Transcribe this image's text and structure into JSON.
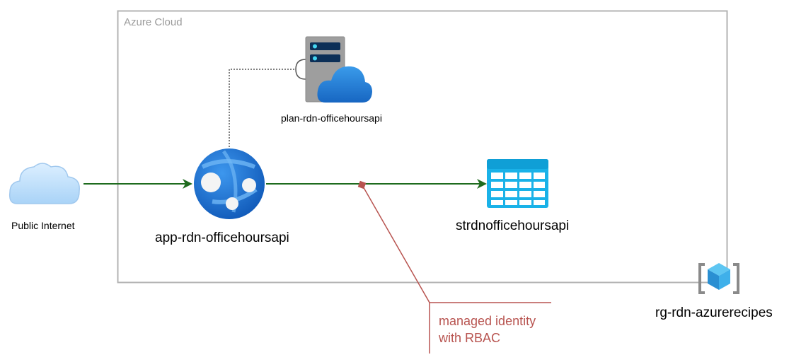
{
  "container": {
    "title": "Azure Cloud"
  },
  "nodes": {
    "public_internet": {
      "label": "Public Internet"
    },
    "app_service_plan": {
      "label": "plan-rdn-officehoursapi"
    },
    "web_app": {
      "label": "app-rdn-officehoursapi"
    },
    "storage_account": {
      "label": "strdnofficehoursapi"
    },
    "resource_group": {
      "label": "rg-rdn-azurerecipes"
    }
  },
  "annotation": {
    "text": "managed identity\nwith RBAC"
  },
  "colors": {
    "frame": "#b3b3b3",
    "arrow": "#1e6b1e",
    "annotation": "#b85450",
    "cloud_blue": "#1f82d6",
    "storage_cyan": "#1ab2e8"
  }
}
